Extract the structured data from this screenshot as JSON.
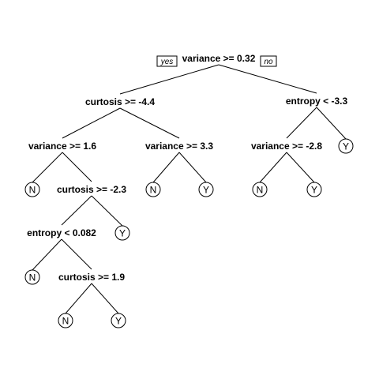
{
  "branch_labels": {
    "left": "yes",
    "right": "no"
  },
  "nodes": [
    {
      "id": "n1",
      "kind": "split",
      "label": "variance >= 0.32"
    },
    {
      "id": "n2",
      "kind": "split",
      "label": "curtosis >= -4.4"
    },
    {
      "id": "n3",
      "kind": "split",
      "label": "entropy < -3.3"
    },
    {
      "id": "n4",
      "kind": "split",
      "label": "variance >= 1.6"
    },
    {
      "id": "n5",
      "kind": "split",
      "label": "variance >= 3.3"
    },
    {
      "id": "n6",
      "kind": "split",
      "label": "variance >= -2.8"
    },
    {
      "id": "n7",
      "kind": "leaf",
      "label": "Y"
    },
    {
      "id": "n8",
      "kind": "leaf",
      "label": "N"
    },
    {
      "id": "n9",
      "kind": "split",
      "label": "curtosis >= -2.3"
    },
    {
      "id": "n10",
      "kind": "leaf",
      "label": "N"
    },
    {
      "id": "n11",
      "kind": "leaf",
      "label": "Y"
    },
    {
      "id": "n12",
      "kind": "leaf",
      "label": "N"
    },
    {
      "id": "n13",
      "kind": "leaf",
      "label": "Y"
    },
    {
      "id": "n14",
      "kind": "split",
      "label": "entropy < 0.082"
    },
    {
      "id": "n15",
      "kind": "leaf",
      "label": "Y"
    },
    {
      "id": "n16",
      "kind": "leaf",
      "label": "N"
    },
    {
      "id": "n17",
      "kind": "split",
      "label": "curtosis >= 1.9"
    },
    {
      "id": "n18",
      "kind": "leaf",
      "label": "N"
    },
    {
      "id": "n19",
      "kind": "leaf",
      "label": "Y"
    }
  ],
  "edges": [
    [
      "n1",
      "n2"
    ],
    [
      "n1",
      "n3"
    ],
    [
      "n2",
      "n4"
    ],
    [
      "n2",
      "n5"
    ],
    [
      "n3",
      "n6"
    ],
    [
      "n3",
      "n7"
    ],
    [
      "n4",
      "n8"
    ],
    [
      "n4",
      "n9"
    ],
    [
      "n5",
      "n10"
    ],
    [
      "n5",
      "n11"
    ],
    [
      "n6",
      "n12"
    ],
    [
      "n6",
      "n13"
    ],
    [
      "n9",
      "n14"
    ],
    [
      "n9",
      "n15"
    ],
    [
      "n14",
      "n16"
    ],
    [
      "n14",
      "n17"
    ],
    [
      "n17",
      "n18"
    ],
    [
      "n17",
      "n19"
    ]
  ]
}
